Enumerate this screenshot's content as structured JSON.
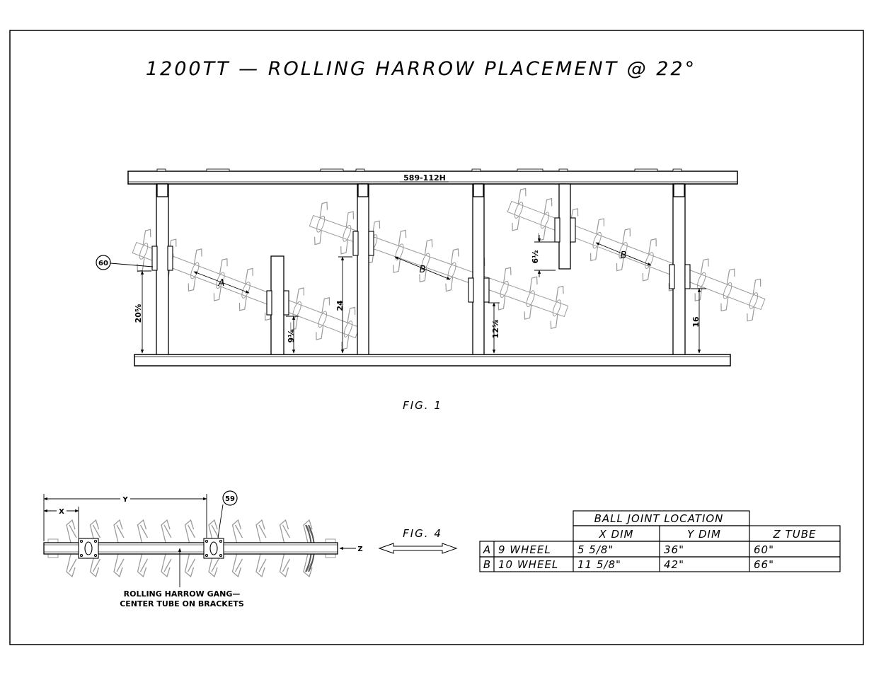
{
  "title": "1200TT — ROLLING HARROW PLACEMENT @ 22°",
  "fig1": {
    "label": "FIG. 1",
    "frame_part": "589-112H",
    "callout_part": "60",
    "gang_labels": [
      "A",
      "B",
      "B"
    ],
    "dimensions": [
      "20⅝",
      "9¼",
      "24",
      "12⅝",
      "6½",
      "16"
    ]
  },
  "fig4": {
    "label": "FIG. 4",
    "callout_part": "59",
    "dim_x": "X",
    "dim_y": "Y",
    "dim_z": "Z",
    "note_line1": "ROLLING HARROW GANG—",
    "note_line2": "CENTER TUBE ON BRACKETS"
  },
  "table": {
    "caption": "BALL JOINT LOCATION",
    "headers": [
      "X DIM",
      "Y DIM",
      "Z TUBE"
    ],
    "rows": [
      {
        "key": "A",
        "desc": "9 WHEEL",
        "x": "5 5/8\"",
        "y": "36\"",
        "z": "60\""
      },
      {
        "key": "B",
        "desc": "10 WHEEL",
        "x": "11 5/8\"",
        "y": "42\"",
        "z": "66\""
      }
    ]
  }
}
